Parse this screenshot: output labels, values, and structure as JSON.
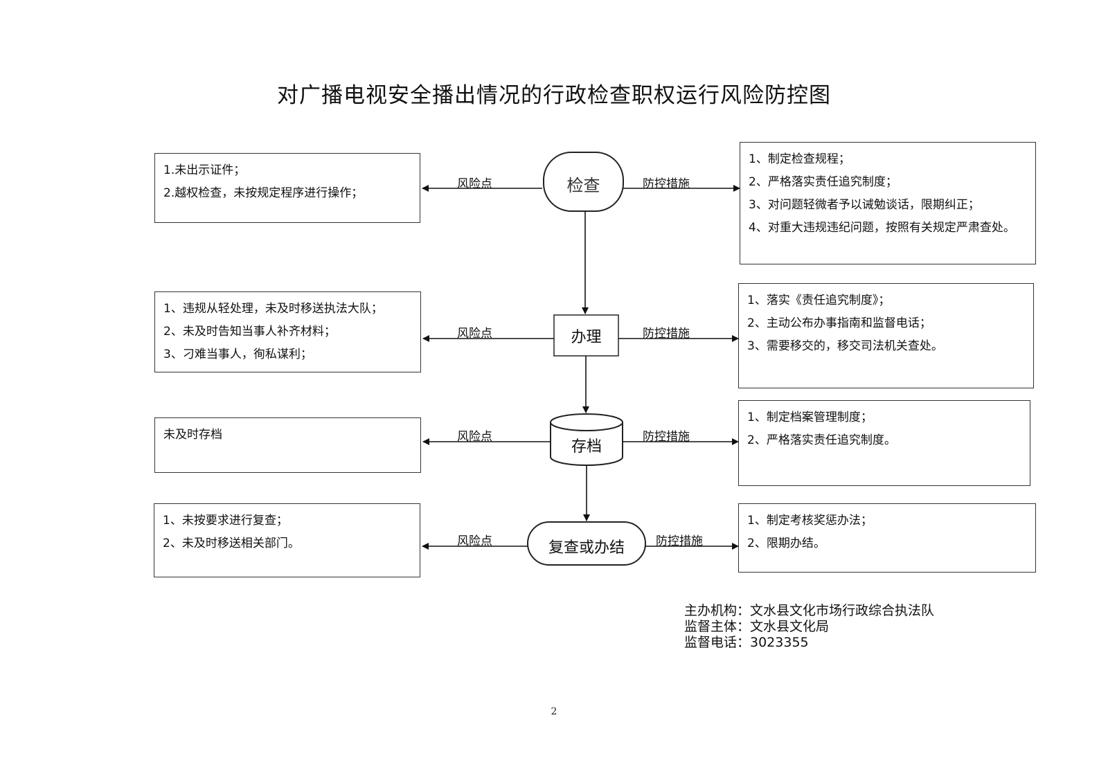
{
  "title": "对广播电视安全播出情况的行政检查职权运行风险防控图",
  "labels": {
    "risk": "风险点",
    "control": "防控措施"
  },
  "nodes": [
    {
      "id": "check",
      "label": "检查",
      "shape": "terminal",
      "risks": [
        "1.未出示证件；",
        "2.越权检查，未按规定程序进行操作；"
      ],
      "controls": [
        "1、制定检查规程；",
        "2、严格落实责任追究制度；",
        "3、对问题轻微者予以诫勉谈话，限期纠正；",
        "4、对重大违规违纪问题，按照有关规定严肃查处。"
      ]
    },
    {
      "id": "handle",
      "label": "办理",
      "shape": "process",
      "risks": [
        "1、违规从轻处理，未及时移送执法大队；",
        "2、未及时告知当事人补齐材料；",
        "3、刁难当事人，徇私谋利；"
      ],
      "controls": [
        "1、落实《责任追究制度》；",
        "2、主动公布办事指南和监督电话；",
        "3、需要移交的，移交司法机关查处。"
      ]
    },
    {
      "id": "archive",
      "label": "存档",
      "shape": "database",
      "risks": [
        "未及时存档"
      ],
      "controls": [
        "1、制定档案管理制度；",
        "2、严格落实责任追究制度。"
      ]
    },
    {
      "id": "review",
      "label": "复查或办结",
      "shape": "terminal",
      "risks": [
        "1、未按要求进行复查；",
        "2、未及时移送相关部门。"
      ],
      "controls": [
        "1、制定考核奖惩办法；",
        "2、限期办结。"
      ]
    }
  ],
  "footer": {
    "organizer": "主办机构：文水县文化市场行政综合执法队",
    "supervisor": "监督主体：文水县文化局",
    "phone": "监督电话：3023355"
  },
  "page_number": "2"
}
